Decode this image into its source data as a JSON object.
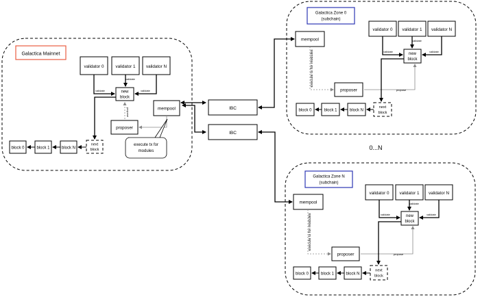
{
  "mainnet": {
    "title": "Galactica Mainnet",
    "title_border_color": "#e85c41",
    "validators": [
      "validator 0",
      "validator 1",
      "validator N"
    ],
    "new_block": [
      "new",
      "block"
    ],
    "mempool": "mempool",
    "proposer": "proposer",
    "propose_label": "propose",
    "validate_labels": [
      "validate",
      "validate",
      "validate"
    ],
    "callout": [
      "execute tx for",
      "modules"
    ],
    "chain": [
      "block 0",
      "block 1",
      "block N"
    ],
    "next_block": [
      "next",
      "block"
    ]
  },
  "ibc": [
    "IBC",
    "IBC"
  ],
  "zone0": {
    "title": [
      "Galactica Zone 0",
      "(subchain)"
    ],
    "title_border_color": "#2b35b3",
    "validators": [
      "validator 0",
      "validator 1",
      "validator N"
    ],
    "new_block": [
      "new",
      "block"
    ],
    "mempool": "mempool",
    "proposer": "proposer",
    "propose_label": "propose",
    "validate_labels": [
      "validate",
      "validate",
      "validate"
    ],
    "exec_label": "execute tx for modules",
    "chain": [
      "block 0",
      "block 1",
      "block N"
    ],
    "next_block": [
      "next",
      "block"
    ]
  },
  "ellipsis": "0...N",
  "zoneN": {
    "title": [
      "Galactica Zone N",
      "(subchain)"
    ],
    "title_border_color": "#2b35b3",
    "validators": [
      "validator 0",
      "validator 1",
      "validator N"
    ],
    "new_block": [
      "new",
      "block"
    ],
    "mempool": "mempool",
    "proposer": "proposer",
    "propose_label": "propose",
    "validate_labels": [
      "validate",
      "validate",
      "validate"
    ],
    "exec_label": "execute tx for modules",
    "chain": [
      "block 0",
      "block 1",
      "block N"
    ],
    "next_block": [
      "next",
      "block"
    ]
  }
}
